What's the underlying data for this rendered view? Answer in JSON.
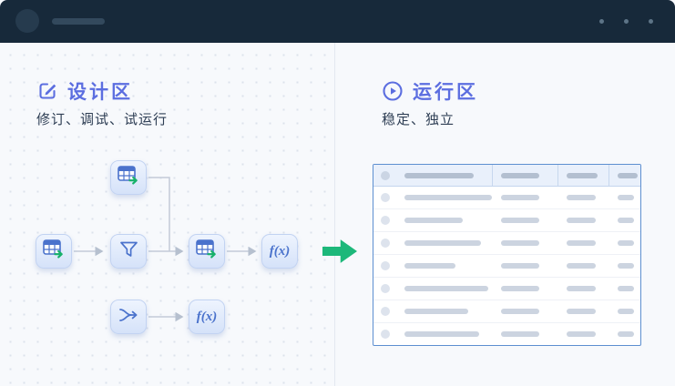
{
  "topbar": {
    "avatar": "avatar-placeholder",
    "title_placeholder": "text-placeholder-bar",
    "dots_count": 3
  },
  "design": {
    "icon": "edit-square-icon",
    "title": "设计区",
    "subtitle": "修订、调试、试运行"
  },
  "run": {
    "icon": "play-circle-icon",
    "title": "运行区",
    "subtitle": "稳定、独立"
  },
  "flow": {
    "fx_label": "f(x)",
    "nodes": [
      {
        "id": "source-table-top",
        "icon": "table-export-icon"
      },
      {
        "id": "source-table-left",
        "icon": "table-export-icon"
      },
      {
        "id": "filter-node",
        "icon": "funnel-icon"
      },
      {
        "id": "result-table",
        "icon": "table-export-icon"
      },
      {
        "id": "function-right",
        "icon": "function-fx-icon",
        "label": "f(x)"
      },
      {
        "id": "merge-node",
        "icon": "merge-icon"
      },
      {
        "id": "function-bottom",
        "icon": "function-fx-icon",
        "label": "f(x)"
      }
    ],
    "transition": "green-right-arrow"
  },
  "table": {
    "header_bars": [
      76,
      42,
      34,
      22
    ],
    "rows": [
      [
        96,
        42,
        32,
        18
      ],
      [
        64,
        42,
        32,
        18
      ],
      [
        84,
        42,
        32,
        18
      ],
      [
        56,
        42,
        32,
        18
      ],
      [
        92,
        42,
        32,
        18
      ],
      [
        70,
        42,
        32,
        18
      ],
      [
        82,
        42,
        32,
        18
      ]
    ]
  },
  "colors": {
    "accent_purple": "#5c6ee0",
    "icon_blue": "#4a72cc",
    "success_green": "#1db87a",
    "topbar_bg": "#17293a",
    "table_border": "#5d8fd0"
  }
}
